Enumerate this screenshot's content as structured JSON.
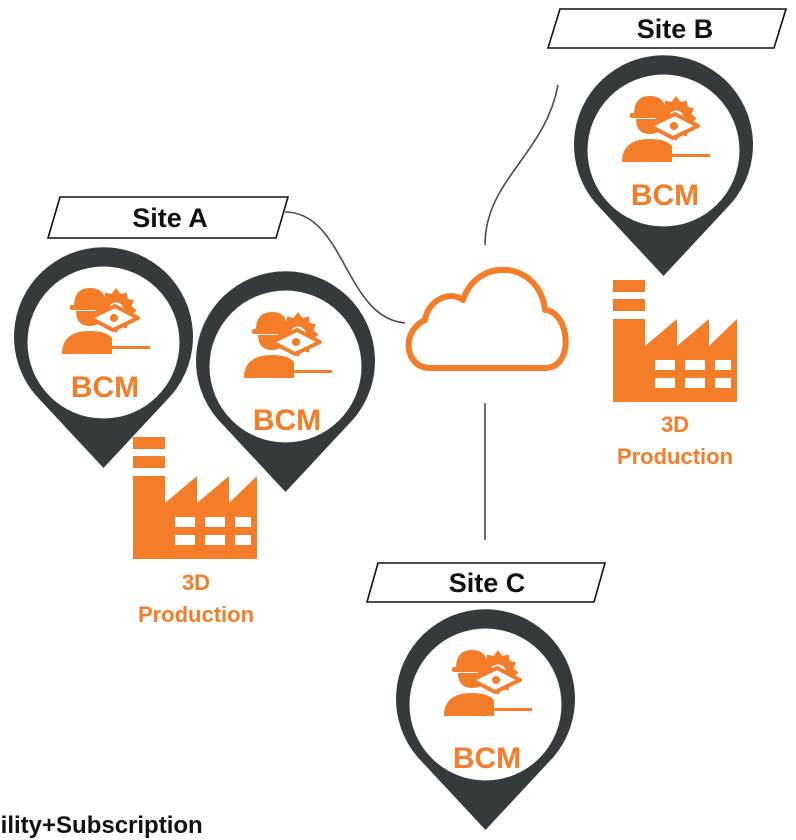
{
  "colors": {
    "accent": "#f47d2a",
    "pin": "#353b3d",
    "line": "#4a4a4a",
    "text": "#111111"
  },
  "sites": [
    {
      "label": "Site A"
    },
    {
      "label": "Site B"
    },
    {
      "label": "Site C"
    }
  ],
  "bcm_label": "BCM",
  "production_label": {
    "line1": "3D",
    "line2": "Production"
  },
  "icons": [
    "worker-laptop-gear-icon",
    "factory-icon",
    "cloud-icon",
    "location-pin-icon"
  ],
  "footer_text": "bility+Subscription"
}
